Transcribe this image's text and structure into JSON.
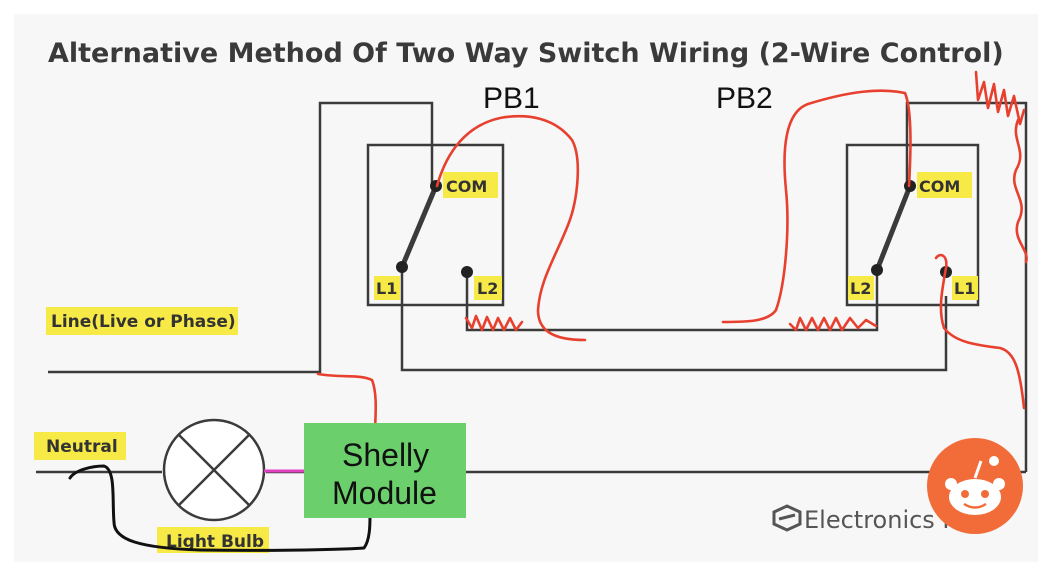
{
  "title": "Alternative Method Of Two Way Switch Wiring (2-Wire Control)",
  "switches": {
    "pb1": {
      "label": "PB1",
      "com": "COM",
      "left_terminal": "L1",
      "right_terminal": "L2"
    },
    "pb2": {
      "label": "PB2",
      "com": "COM",
      "left_terminal": "L2",
      "right_terminal": "L1"
    }
  },
  "labels": {
    "line": "Line(Live or Phase)",
    "neutral": "Neutral",
    "light_bulb": "Light Bulb"
  },
  "shelly": {
    "line1": "Shelly",
    "line2": "Module",
    "color": "#6bd06b"
  },
  "brand": {
    "name": "Electronics Hub"
  },
  "colors": {
    "annotation": "#e8402f",
    "label_highlight": "#f7ea47",
    "reddit": "#f26c3a",
    "pink_wire": "#e040c0"
  }
}
